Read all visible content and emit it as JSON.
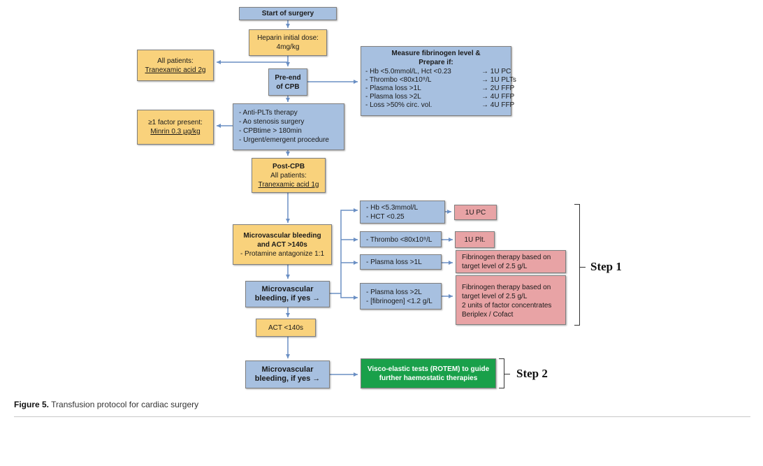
{
  "nodes": {
    "start": "Start of surgery",
    "heparin": [
      "Heparin initial dose:",
      "4mg/kg"
    ],
    "all_patients": [
      "All patients:",
      "Tranexamic acid 2g"
    ],
    "pre_end": [
      "Pre-end",
      "of CPB"
    ],
    "fibrinogen": {
      "title": [
        "Measure fibrinogen level &",
        "Prepare if:"
      ],
      "rows": [
        {
          "cond": "-  Hb <5.0mmol/L, Hct <0.23",
          "action": "→ 1U PC"
        },
        {
          "cond": "-  Thrombo <80x10⁹/L",
          "action": "→ 1U PLTs"
        },
        {
          "cond": "-  Plasma loss >1L",
          "action": "→ 2U FFP"
        },
        {
          "cond": "-  Plasma loss >2L",
          "action": "→ 4U FFP"
        },
        {
          "cond": "-  Loss >50% circ. vol.",
          "action": "→ 4U FFP"
        }
      ]
    },
    "factor": [
      "≥1 factor present:",
      "Minrin 0.3 µg/kg"
    ],
    "anti_plts": [
      "-  Anti-PLTs therapy",
      "-  Ao stenosis surgery",
      "-  CPBtime > 180min",
      "-  Urgent/emergent procedure"
    ],
    "post_cpb": [
      "Post-CPB",
      "All patients:",
      "Tranexamic acid 1g"
    ],
    "microvascular_act": [
      "Microvascular bleeding",
      "and ACT >140s",
      "- Protamine antagonize 1:1"
    ],
    "micro_yes_1": [
      "Microvascular",
      "bleeding, if yes →"
    ],
    "act_low": "ACT <140s",
    "micro_yes_2": [
      "Microvascular",
      "bleeding, if yes →"
    ],
    "hb": [
      "-  Hb <5.3mmol/L",
      "-  HCT <0.25"
    ],
    "thrombo": "-  Thrombo <80x10⁹/L",
    "plasma1": "-  Plasma loss >1L",
    "plasma2": [
      "-  Plasma loss >2L",
      "-  [fibrinogen] <1.2 g/L"
    ],
    "pc": "1U PC",
    "plt": "1U Plt.",
    "fib1": [
      "Fibrinogen therapy based on",
      "target level of 2.5 g/L"
    ],
    "fib2": [
      "Fibrinogen therapy based on",
      "target level of 2.5 g/L",
      "2 units of factor concentrates",
      "Beriplex / Cofact"
    ],
    "rotem": [
      "Visco-elastic tests (ROTEM) to guide",
      "further haemostatic therapies"
    ]
  },
  "steps": {
    "step1": "Step 1",
    "step2": "Step 2"
  },
  "caption": {
    "label": "Figure 5.",
    "text": " Transfusion protocol for cardiac surgery"
  },
  "colors": {
    "blue": "#a7c0e0",
    "orange": "#f9d27c",
    "red": "#e8a3a5",
    "green": "#19a04a",
    "edge": "#6a8fc4"
  }
}
